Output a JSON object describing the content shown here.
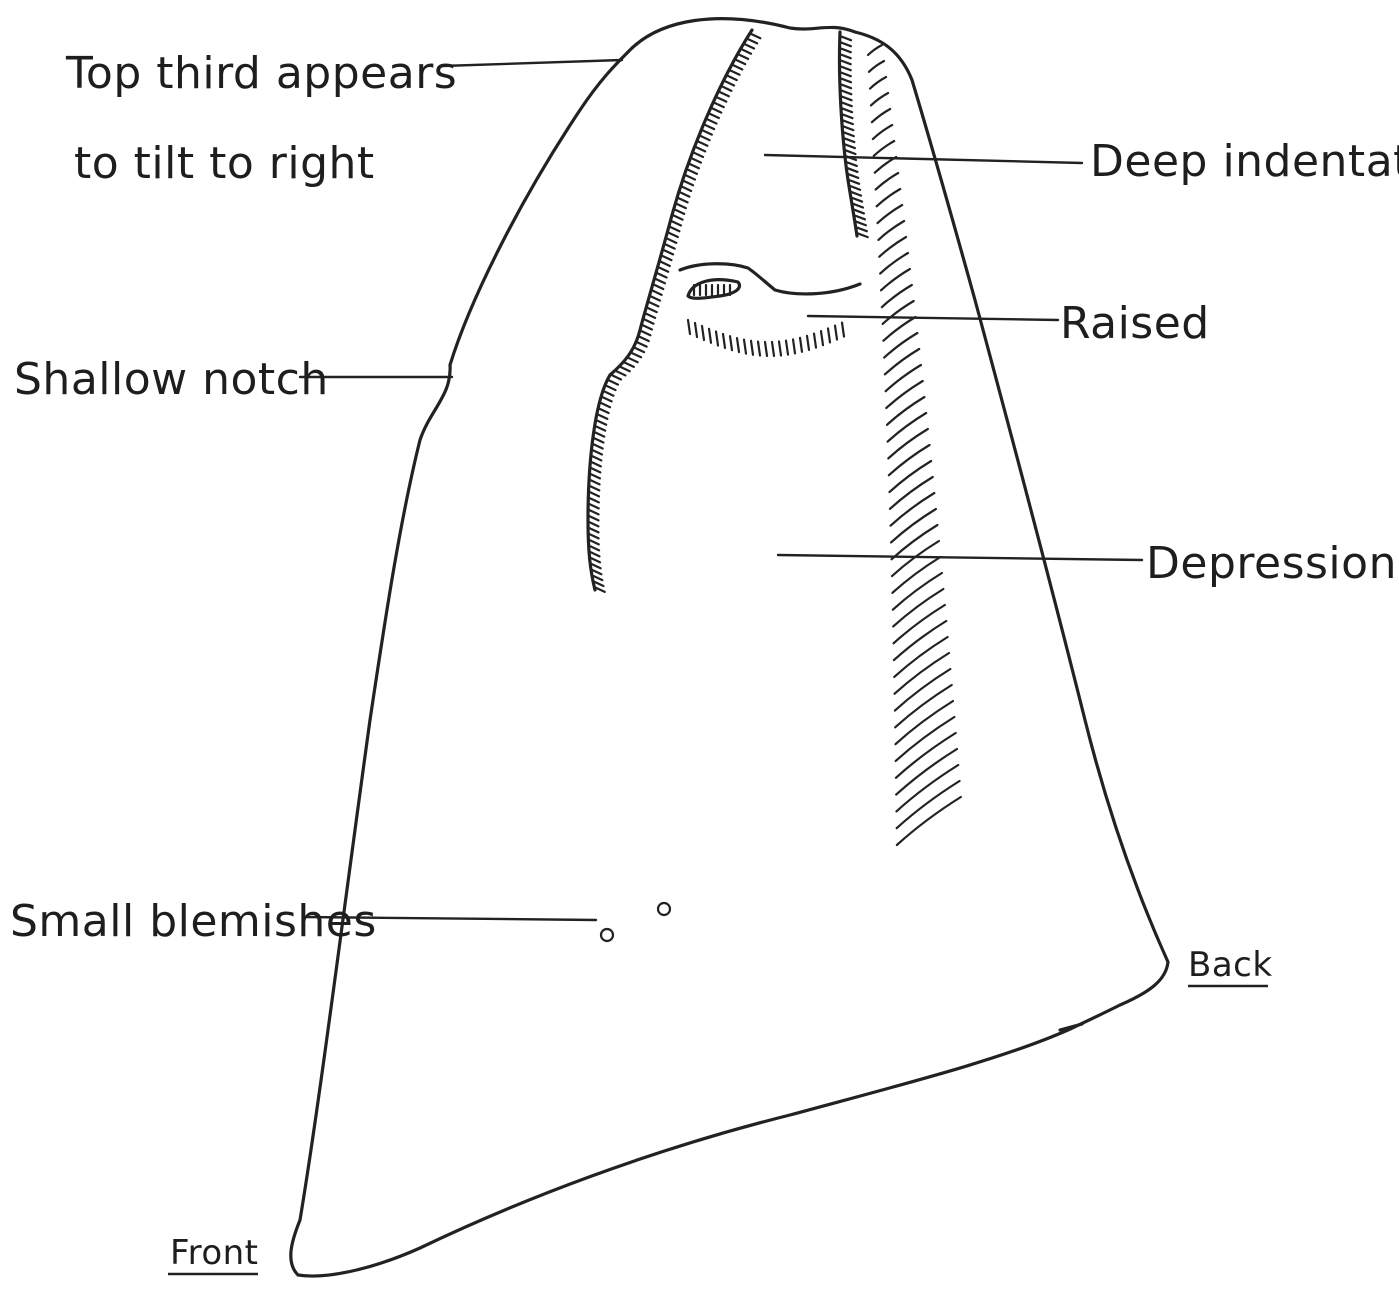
{
  "annotations": {
    "top_third_line1": "Top third appears",
    "top_third_line2": "to tilt to right",
    "deep_indentation": "Deep indentation",
    "raised": "Raised",
    "shallow_notch": "Shallow notch",
    "depression": "Depression",
    "small_blemishes": "Small blemishes"
  },
  "orientation": {
    "front": "Front",
    "back": "Back"
  },
  "ink_color": "#222222"
}
